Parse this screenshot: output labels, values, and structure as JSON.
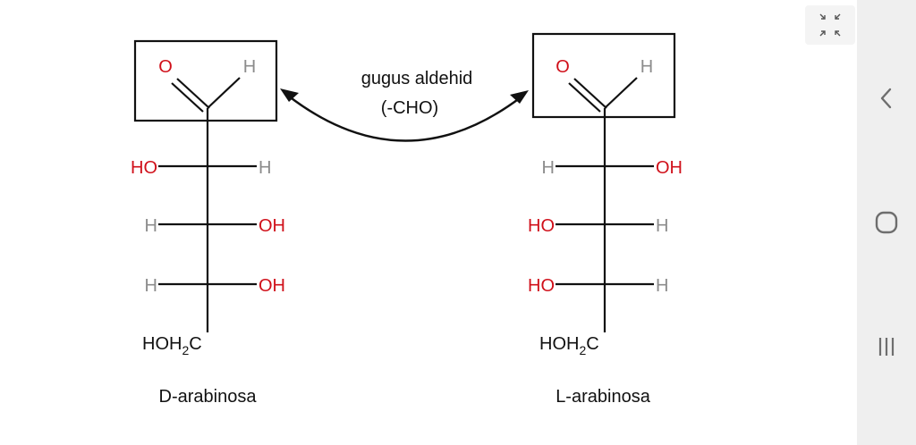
{
  "diagram": {
    "arrow_label_line1": "gugus aldehid",
    "arrow_label_line2": "(-CHO)",
    "d_sugar": {
      "name": "D-arabinosa",
      "o": "O",
      "h_top": "H",
      "row1_left": "HO",
      "row1_right": "H",
      "row2_left": "H",
      "row2_right": "OH",
      "row3_left": "H",
      "row3_right": "OH",
      "bottom_a": "HOH",
      "bottom_sub": "2",
      "bottom_b": "C"
    },
    "l_sugar": {
      "name": "L-arabinosa",
      "o": "O",
      "h_top": "H",
      "row1_left": "H",
      "row1_right": "OH",
      "row2_left": "HO",
      "row2_right": "H",
      "row3_left": "HO",
      "row3_right": "H",
      "bottom_a": "HOH",
      "bottom_sub": "2",
      "bottom_b": "C"
    }
  },
  "colors": {
    "heteroatom": "#d0101a",
    "hydrogen": "#8c8c8c",
    "bond": "#111111"
  },
  "icons": {
    "collapse": "collapse-arrows-icon",
    "back": "back-chevron-icon",
    "home": "home-rounded-square-icon",
    "recents": "recents-bars-icon"
  }
}
